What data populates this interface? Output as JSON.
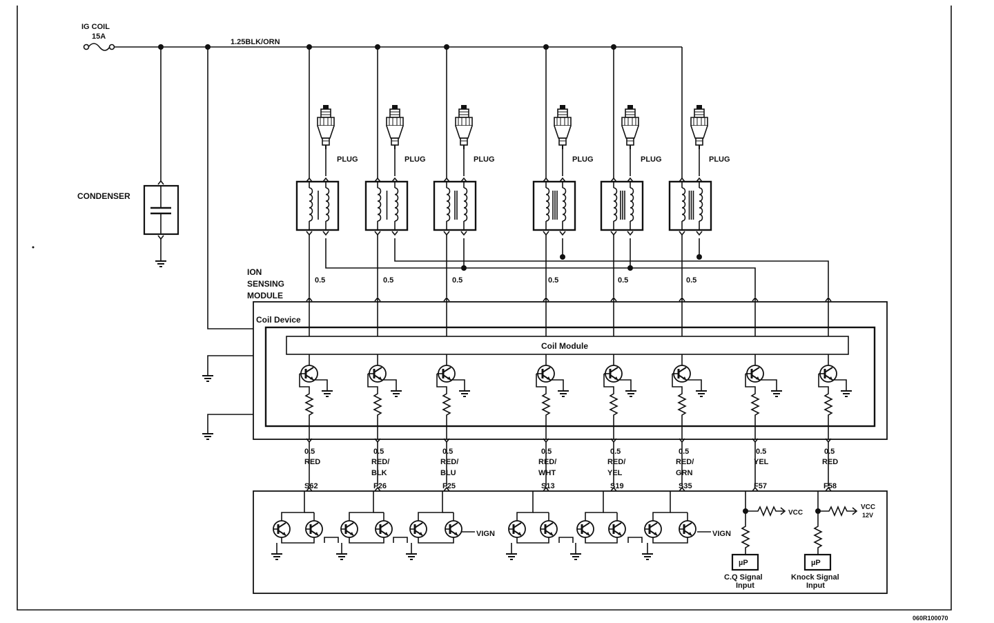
{
  "labels": {
    "fuse_name": "IG COIL",
    "fuse_rating": "15A",
    "main_wire": "1.25BLK/ORN",
    "condenser": "CONDENSER",
    "plug": "PLUG",
    "ism_line1": "ION",
    "ism_line2": "SENSING",
    "ism_line3": "MODULE",
    "coil_device": "Coil Device",
    "coil_module": "Coil Module",
    "vign": "VIGN",
    "vcc": "VCC",
    "vcc12_top": "VCC",
    "vcc12_bottom": "12V",
    "up": "µP",
    "cq_line1": "C.Q Signal",
    "cq_line2": "Input",
    "knock_line1": "Knock Signal",
    "knock_line2": "Input",
    "figure_id": "060R100070"
  },
  "upper_wires": [
    "0.5",
    "0.5",
    "0.5",
    "0.5",
    "0.5",
    "0.5"
  ],
  "lower_wires": [
    {
      "size": "0.5",
      "color1": "RED",
      "color2": "",
      "terminal": "S62"
    },
    {
      "size": "0.5",
      "color1": "RED/",
      "color2": "BLK",
      "terminal": "F26"
    },
    {
      "size": "0.5",
      "color1": "RED/",
      "color2": "BLU",
      "terminal": "F25"
    },
    {
      "size": "0.5",
      "color1": "RED/",
      "color2": "WHT",
      "terminal": "S13"
    },
    {
      "size": "0.5",
      "color1": "RED/",
      "color2": "YEL",
      "terminal": "S19"
    },
    {
      "size": "0.5",
      "color1": "RED/",
      "color2": "GRN",
      "terminal": "S35"
    },
    {
      "size": "0.5",
      "color1": "YEL",
      "color2": "",
      "terminal": "F57"
    },
    {
      "size": "0.5",
      "color1": "RED",
      "color2": "",
      "terminal": "F58"
    }
  ]
}
